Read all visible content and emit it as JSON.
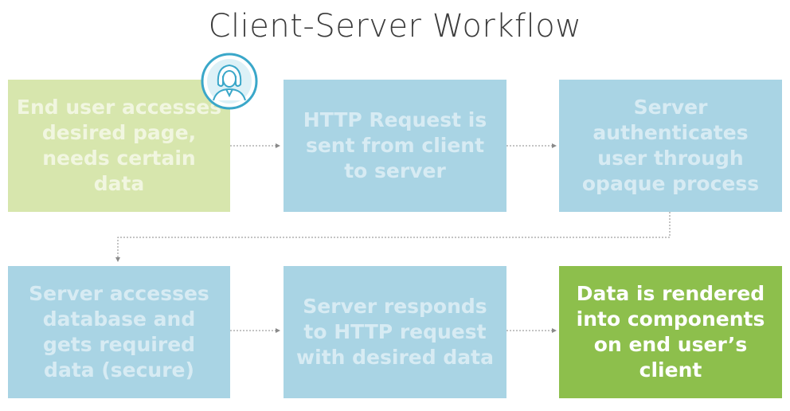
{
  "title": "Client-Server Workflow",
  "steps": [
    {
      "label": "End user accesses desired page, needs certain data",
      "state": "faded"
    },
    {
      "label": "HTTP Request is sent from client to server",
      "state": "faded"
    },
    {
      "label": "Server authenticates user through opaque process",
      "state": "faded"
    },
    {
      "label": "Server accesses database and gets required data (secure)",
      "state": "faded"
    },
    {
      "label": "Server responds to HTTP request with desired data",
      "state": "faded"
    },
    {
      "label": "Data is rendered into components on end user’s client",
      "state": "active"
    }
  ],
  "icons": {
    "user": "user-avatar-icon"
  },
  "colors": {
    "faded_green": "#d7e6ad",
    "faded_blue": "#a9d4e4",
    "active_green": "#8dbf4c",
    "avatar_ring": "#3aa7c9",
    "connector": "#8a8a8a"
  }
}
